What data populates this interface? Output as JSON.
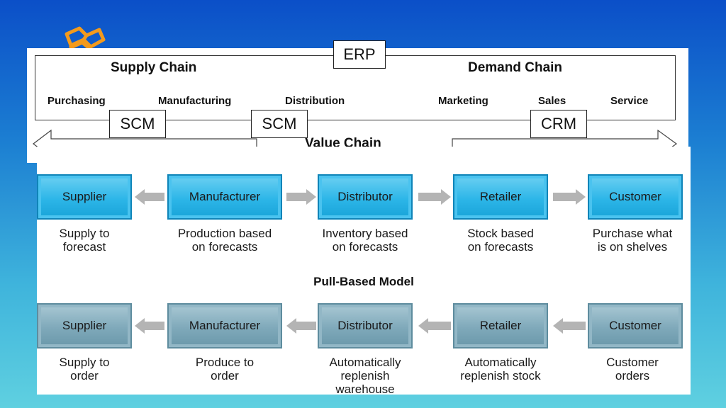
{
  "systems": {
    "erp": "ERP",
    "scm": "SCM",
    "crm": "CRM"
  },
  "top": {
    "supply_chain": "Supply Chain",
    "demand_chain": "Demand Chain",
    "value_chain": "Value Chain",
    "functions": [
      "Purchasing",
      "Manufacturing",
      "Distribution",
      "Marketing",
      "Sales",
      "Service"
    ]
  },
  "push_model": {
    "nodes": [
      "Supplier",
      "Manufacturer",
      "Distributor",
      "Retailer",
      "Customer"
    ],
    "descriptions": [
      [
        "Supply to",
        "forecast"
      ],
      [
        "Production based",
        "on forecasts"
      ],
      [
        "Inventory based",
        "on forecasts"
      ],
      [
        "Stock based",
        "on forecasts"
      ],
      [
        "Purchase what",
        "is on shelves"
      ]
    ]
  },
  "pull_model": {
    "title": "Pull-Based Model",
    "nodes": [
      "Supplier",
      "Manufacturer",
      "Distributor",
      "Retailer",
      "Customer"
    ],
    "descriptions": [
      [
        "Supply to",
        "order"
      ],
      [
        "Produce to",
        "order"
      ],
      [
        "Automatically",
        "replenish",
        "warehouse"
      ],
      [
        "Automatically",
        "replenish stock"
      ],
      [
        "Customer",
        "orders"
      ]
    ]
  },
  "colors": {
    "push_node": "#2db6e8",
    "pull_node": "#7fa9ba",
    "connector": "#b0b0b0"
  },
  "icons": [
    "book-icon"
  ]
}
